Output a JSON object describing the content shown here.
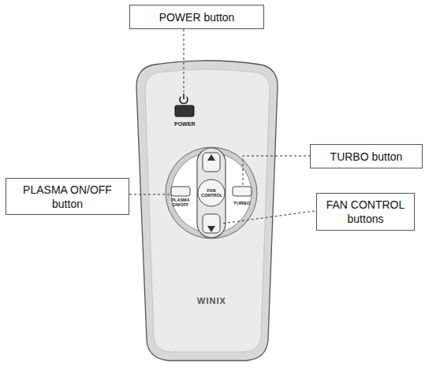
{
  "diagram": {
    "nodes": [
      {
        "text": [
          "POWER button"
        ]
      },
      {
        "text": [
          "TURBO button"
        ]
      },
      {
        "text": [
          "PLASMA ON/OFF button"
        ]
      },
      {
        "text": [
          "FAN CONTROL buttons"
        ]
      }
    ],
    "labels": [
      "POWER",
      "FAN CONTROL",
      "PLASMA ON/OFF",
      "TURBO",
      "WINIX"
    ]
  }
}
